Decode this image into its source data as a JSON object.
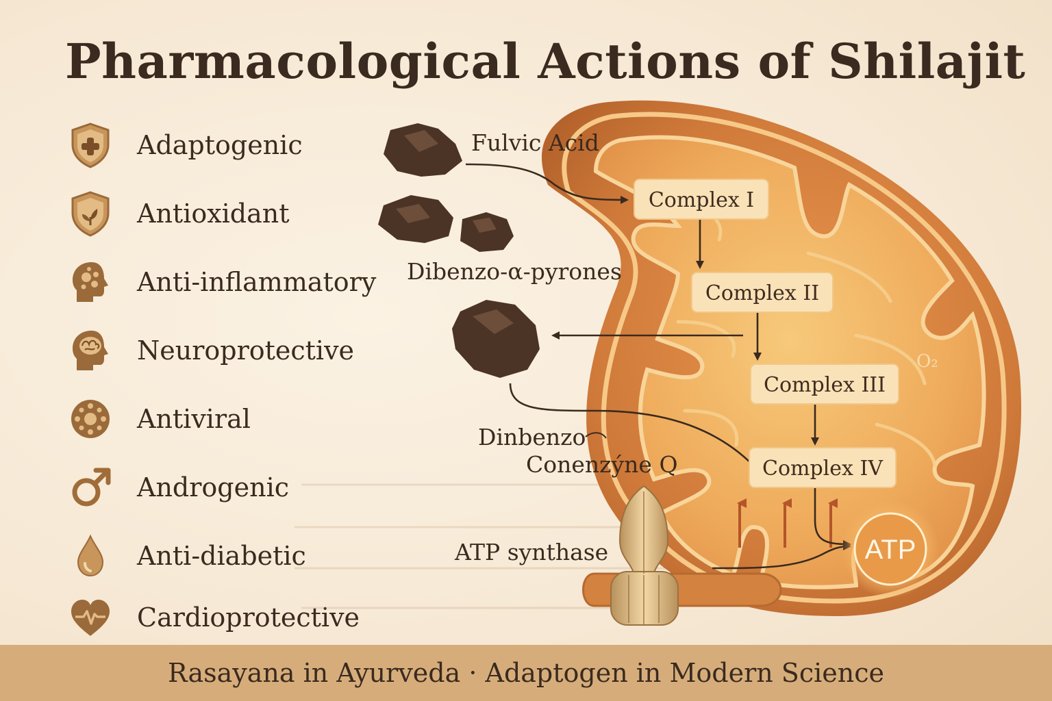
{
  "title": "Pharmacological Actions of Shilajit",
  "actions": [
    {
      "label": "Adaptogenic",
      "icon": "shield-plus-icon"
    },
    {
      "label": "Antioxidant",
      "icon": "shield-leaf-icon"
    },
    {
      "label": "Anti-inflammatory",
      "icon": "head-cells-icon"
    },
    {
      "label": "Neuroprotective",
      "icon": "head-brain-icon"
    },
    {
      "label": "Antiviral",
      "icon": "virus-icon"
    },
    {
      "label": "Androgenic",
      "icon": "male-symbol-icon"
    },
    {
      "label": "Anti-diabetic",
      "icon": "drop-icon"
    },
    {
      "label": "Cardioprotective",
      "icon": "heart-pulse-icon"
    }
  ],
  "diagram": {
    "labels": {
      "fulvic_acid": "Fulvic Acid",
      "dibenzo_pyrones": "Dibenzo-α-pyrones",
      "dinbenzo": "Dinbenzo",
      "coenzyme_q": "Conenzýne Q",
      "atp_synthase": "ATP synthase",
      "o2": "O₂",
      "atp": "ATP"
    },
    "complexes": [
      "Complex I",
      "Complex II",
      "Complex III",
      "Complex IV"
    ]
  },
  "colors": {
    "accent": "#c97a36",
    "mito_outer": "#c8763a",
    "mito_inner": "#f4bb6a",
    "complex_box": "#fae2b8",
    "footer": "#d6ad7a",
    "text": "#3a2a1f"
  },
  "footer": "Rasayana in Ayurveda · Adaptogen in Modern Science"
}
